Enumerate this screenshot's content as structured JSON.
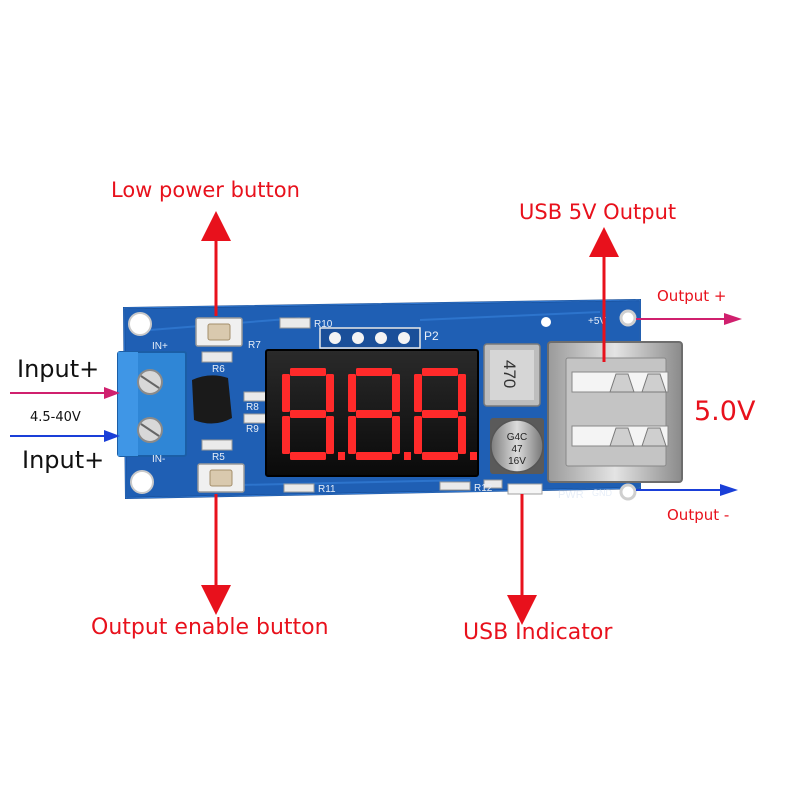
{
  "callouts": {
    "low_power_button": "Low power button",
    "usb_5v_output": "USB 5V Output",
    "output_plus": "Output +",
    "output_minus": "Output -",
    "output_enable_button": "Output enable button",
    "usb_indicator": "USB Indicator",
    "voltage_readout": "5.0V"
  },
  "input": {
    "input_plus_top": "Input+",
    "voltage_range": "4.5-40V",
    "input_plus_bottom": "Input+"
  },
  "board": {
    "silk_in_plus": "IN+",
    "silk_in_minus": "IN-",
    "silk_r6": "R6",
    "silk_r7": "R7",
    "silk_r8": "R8",
    "silk_r9": "R9",
    "silk_r5": "R5",
    "silk_r10": "R10",
    "silk_r11": "R11",
    "silk_r12": "R12",
    "silk_p2": "P2",
    "silk_plus5v": "+5V",
    "silk_pwr": "PWR",
    "silk_gnd": "GND",
    "inductor_marking": "470",
    "cap_line1": "G4C",
    "cap_line2": "47",
    "cap_line3": "16V",
    "display_digits": "8.8.8."
  },
  "colors": {
    "pcb": "#1f5fb4",
    "label_red": "#e8111c",
    "arrow_magenta": "#d0206e",
    "arrow_blue": "#1a3fd8",
    "terminal": "#2f86d6",
    "segment_on": "#ff2a2a"
  }
}
